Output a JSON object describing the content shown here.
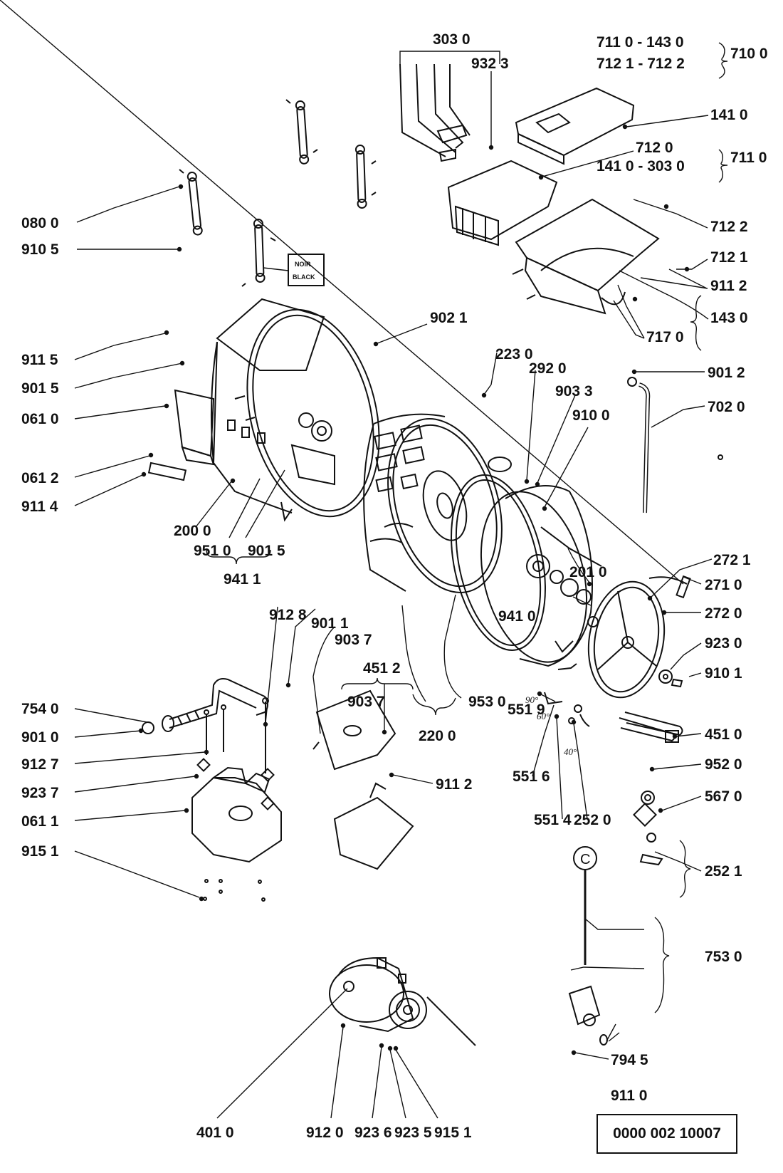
{
  "labels": {
    "l3030": "303 0",
    "l9323": "932 3",
    "l7110_1430": "711 0 - 143 0",
    "l7121_7122": "712 1 - 712 2",
    "l7100": "710 0",
    "l1410": "141 0",
    "l7120": "712 0",
    "l1410_3030": "141 0 - 303 0",
    "l7110": "711 0",
    "l7122": "712 2",
    "l7121": "712 1",
    "l9112a": "911 2",
    "l1430": "143 0",
    "l7170": "717 0",
    "l0800": "080 0",
    "l9105": "910 5",
    "l9021": "902 1",
    "l2230": "223 0",
    "l2920": "292 0",
    "l9033": "903 3",
    "l9100": "910 0",
    "l9012": "901 2",
    "l7020": "702 0",
    "l9115": "911 5",
    "l9015a": "901 5",
    "l0610": "061 0",
    "l0612": "061 2",
    "l9114": "911 4",
    "l2000": "200 0",
    "l9510": "951 0",
    "l9015b": "901 5",
    "l9411": "941 1",
    "l2010": "201 0",
    "l2721": "272 1",
    "l2710": "271 0",
    "l2720": "272 0",
    "l9410": "941 0",
    "l9230": "923 0",
    "l9101": "910 1",
    "l9128": "912 8",
    "l9011": "901 1",
    "l9037a": "903 7",
    "l4512": "451 2",
    "l9037b": "903 7",
    "l9530": "953 0",
    "l2200": "220 0",
    "l5519": "551 9",
    "l4510": "451 0",
    "l7540": "754 0",
    "l9010": "901 0",
    "l9127": "912 7",
    "l9237": "923 7",
    "l0611": "061 1",
    "l9151a": "915 1",
    "l9112b": "911 2",
    "l5516": "551 6",
    "l5514": "551 4",
    "l2520": "252 0",
    "l9520": "952 0",
    "l5670": "567 0",
    "l2521": "252 1",
    "l7530": "753 0",
    "l7945": "794 5",
    "l9110": "911 0",
    "l4010": "401 0",
    "l9120": "912 0",
    "l9236": "923 6",
    "l9235": "923 5",
    "l9151b": "915 1",
    "noir": "NOIR",
    "black": "BLACK",
    "circle_c": "C",
    "t90": "90°",
    "t60": "60°",
    "t40": "40°"
  },
  "document_number": "0000 002 10007"
}
